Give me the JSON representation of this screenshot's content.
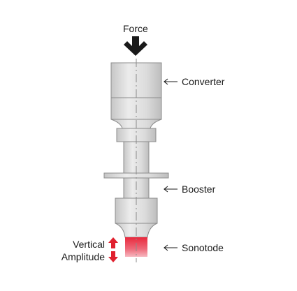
{
  "labels": {
    "force": "Force",
    "converter": "Converter",
    "booster": "Booster",
    "sonotode": "Sonotode",
    "amplitude_line1": "Vertical",
    "amplitude_line2": "Amplitude"
  },
  "colors": {
    "metal_light": "#e4e4e4",
    "metal_mid": "#d0d0d0",
    "metal_dark": "#b4b4b4",
    "outline": "#8c8c8c",
    "sonotode_red": "#e8283c",
    "sonotode_pink": "#f4aab4",
    "amplitude_arrow": "#e0202e",
    "force_arrow": "#1a1a1a"
  }
}
